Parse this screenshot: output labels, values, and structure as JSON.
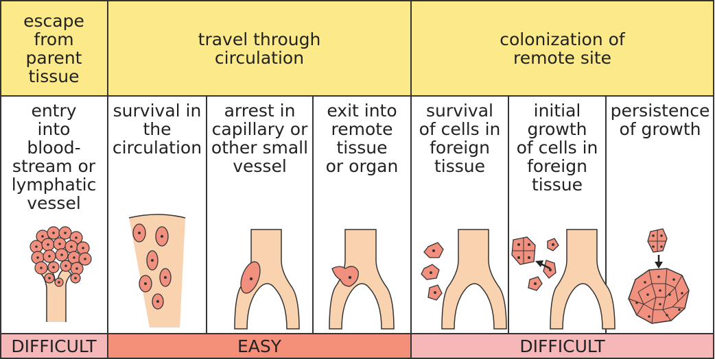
{
  "phases": [
    {
      "label": "escape\nfrom\nparent\ntissue",
      "difficulty": "DIFFICULT"
    },
    {
      "label": "travel through\ncirculation",
      "difficulty": "EASY"
    },
    {
      "label": "colonization of\nremote site",
      "difficulty": "DIFFICULT"
    }
  ],
  "steps": [
    "entry\ninto\nblood-\nstream or\nlymphatic\nvessel",
    "survival in\nthe\ncirculation",
    "arrest in\ncapillary or\nother small\nvessel",
    "exit into\nremote\ntissue\nor organ",
    "survival\nof cells in\nforeign\ntissue",
    "initial\ngrowth\nof cells in\nforeign\ntissue",
    "persistence\nof growth"
  ],
  "colors": {
    "header_bg": "#fbe98a",
    "easy_bg": "#f4907a",
    "difficult_bg": "#f6b7b9",
    "vessel": "#f9d2b0",
    "cell": "#f1907e",
    "outline": "#333333"
  }
}
